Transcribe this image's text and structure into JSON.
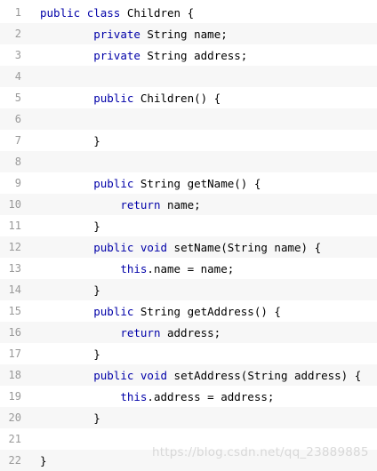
{
  "code": {
    "lines": [
      {
        "n": "1",
        "tokens": [
          {
            "t": "public",
            "kw": true
          },
          {
            "t": " "
          },
          {
            "t": "class",
            "kw": true
          },
          {
            "t": " Children {"
          }
        ]
      },
      {
        "n": "2",
        "tokens": [
          {
            "t": "        "
          },
          {
            "t": "private",
            "kw": true
          },
          {
            "t": " String name;"
          }
        ]
      },
      {
        "n": "3",
        "tokens": [
          {
            "t": "        "
          },
          {
            "t": "private",
            "kw": true
          },
          {
            "t": " String address;"
          }
        ]
      },
      {
        "n": "4",
        "tokens": []
      },
      {
        "n": "5",
        "tokens": [
          {
            "t": "        "
          },
          {
            "t": "public",
            "kw": true
          },
          {
            "t": " Children() {"
          }
        ]
      },
      {
        "n": "6",
        "tokens": []
      },
      {
        "n": "7",
        "tokens": [
          {
            "t": "        }"
          }
        ]
      },
      {
        "n": "8",
        "tokens": []
      },
      {
        "n": "9",
        "tokens": [
          {
            "t": "        "
          },
          {
            "t": "public",
            "kw": true
          },
          {
            "t": " String getName() {"
          }
        ]
      },
      {
        "n": "10",
        "tokens": [
          {
            "t": "            "
          },
          {
            "t": "return",
            "kw": true
          },
          {
            "t": " name;"
          }
        ]
      },
      {
        "n": "11",
        "tokens": [
          {
            "t": "        }"
          }
        ]
      },
      {
        "n": "12",
        "tokens": [
          {
            "t": "        "
          },
          {
            "t": "public",
            "kw": true
          },
          {
            "t": " "
          },
          {
            "t": "void",
            "kw": true
          },
          {
            "t": " setName(String name) {"
          }
        ]
      },
      {
        "n": "13",
        "tokens": [
          {
            "t": "            "
          },
          {
            "t": "this",
            "kw": true
          },
          {
            "t": ".name = name;"
          }
        ]
      },
      {
        "n": "14",
        "tokens": [
          {
            "t": "        }"
          }
        ]
      },
      {
        "n": "15",
        "tokens": [
          {
            "t": "        "
          },
          {
            "t": "public",
            "kw": true
          },
          {
            "t": " String getAddress() {"
          }
        ]
      },
      {
        "n": "16",
        "tokens": [
          {
            "t": "            "
          },
          {
            "t": "return",
            "kw": true
          },
          {
            "t": " address;"
          }
        ]
      },
      {
        "n": "17",
        "tokens": [
          {
            "t": "        }"
          }
        ]
      },
      {
        "n": "18",
        "tokens": [
          {
            "t": "        "
          },
          {
            "t": "public",
            "kw": true
          },
          {
            "t": " "
          },
          {
            "t": "void",
            "kw": true
          },
          {
            "t": " setAddress(String address) {"
          }
        ]
      },
      {
        "n": "19",
        "tokens": [
          {
            "t": "            "
          },
          {
            "t": "this",
            "kw": true
          },
          {
            "t": ".address = address;"
          }
        ]
      },
      {
        "n": "20",
        "tokens": [
          {
            "t": "        }"
          }
        ]
      },
      {
        "n": "21",
        "tokens": []
      },
      {
        "n": "22",
        "tokens": [
          {
            "t": "}"
          }
        ]
      }
    ]
  },
  "watermark": "https://blog.csdn.net/qq_23889885",
  "colors": {
    "keyword": "#0000a8",
    "gutter_bar": "#6ccb5f",
    "line_number": "#999999",
    "alt_row": "#f7f7f7"
  }
}
